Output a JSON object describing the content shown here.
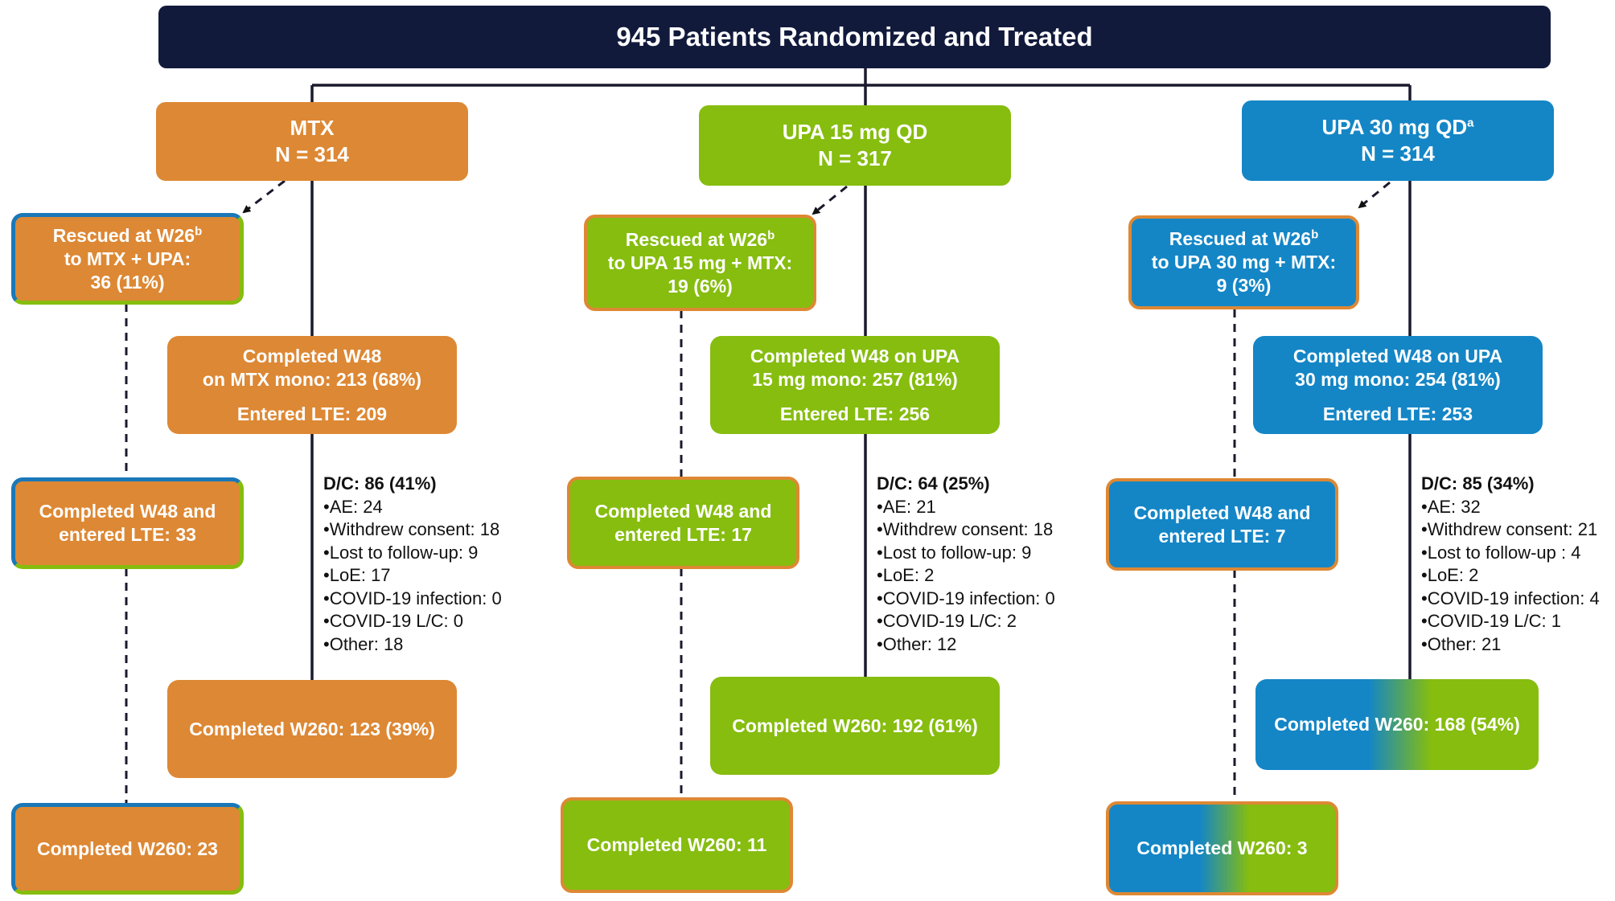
{
  "header": {
    "title": "945 Patients Randomized and Treated"
  },
  "colors": {
    "header_bg": "#121a3c",
    "mtx": "#dd8834",
    "upa15": "#86bd0f",
    "upa30": "#1486c6",
    "connector": "#1a1a2e"
  },
  "arms": [
    {
      "id": "mtx",
      "name": "MTX",
      "name_sup": "",
      "n": "N = 314",
      "rescue": {
        "line1": "Rescued at W26",
        "sup": "b",
        "line2": "to MTX + UPA:",
        "line3": "36 (11%)"
      },
      "completed_w48": {
        "line1": "Completed W48",
        "line2": "on MTX mono: 213 (68%)",
        "line3": "Entered LTE: 209"
      },
      "rescue_w48": {
        "line1": "Completed W48 and",
        "line2": "entered LTE: 33"
      },
      "dc": {
        "head": "D/C: 86 (41%)",
        "items": [
          "•AE: 24",
          "•Withdrew consent: 18",
          "•Lost to follow-up: 9",
          "•LoE: 17",
          "•COVID-19 infection: 0",
          "•COVID-19 L/C: 0",
          "•Other: 18"
        ]
      },
      "completed_w260": "Completed W260: 123 (39%)",
      "rescue_w260": "Completed W260: 23"
    },
    {
      "id": "upa15",
      "name": "UPA 15 mg QD",
      "name_sup": "",
      "n": "N = 317",
      "rescue": {
        "line1": "Rescued at W26",
        "sup": "b",
        "line2": "to UPA 15 mg + MTX:",
        "line3": "19 (6%)"
      },
      "completed_w48": {
        "line1": "Completed W48 on UPA",
        "line2": "15 mg mono: 257 (81%)",
        "line3": "Entered LTE: 256"
      },
      "rescue_w48": {
        "line1": "Completed W48 and",
        "line2": "entered LTE: 17"
      },
      "dc": {
        "head": "D/C: 64 (25%)",
        "items": [
          "•AE: 21",
          "•Withdrew consent: 18",
          "•Lost to follow-up: 9",
          "•LoE: 2",
          "•COVID-19 infection: 0",
          "•COVID-19 L/C: 2",
          "•Other: 12"
        ]
      },
      "completed_w260": "Completed W260: 192 (61%)",
      "rescue_w260": "Completed W260: 11"
    },
    {
      "id": "upa30",
      "name": "UPA 30 mg QD",
      "name_sup": "a",
      "n": "N = 314",
      "rescue": {
        "line1": "Rescued at W26",
        "sup": "b",
        "line2": "to UPA 30 mg + MTX:",
        "line3": "9 (3%)"
      },
      "completed_w48": {
        "line1": "Completed W48 on UPA",
        "line2": "30 mg mono: 254 (81%)",
        "line3": "Entered LTE: 253"
      },
      "rescue_w48": {
        "line1": "Completed W48 and",
        "line2": "entered LTE: 7"
      },
      "dc": {
        "head": "D/C: 85 (34%)",
        "items": [
          "•AE: 32",
          "•Withdrew consent: 21",
          "•Lost to follow-up : 4",
          "•LoE: 2",
          "•COVID-19 infection: 4",
          "•COVID-19 L/C: 1",
          "•Other: 21"
        ]
      },
      "completed_w260": "Completed W260: 168 (54%)",
      "rescue_w260": "Completed W260: 3"
    }
  ]
}
